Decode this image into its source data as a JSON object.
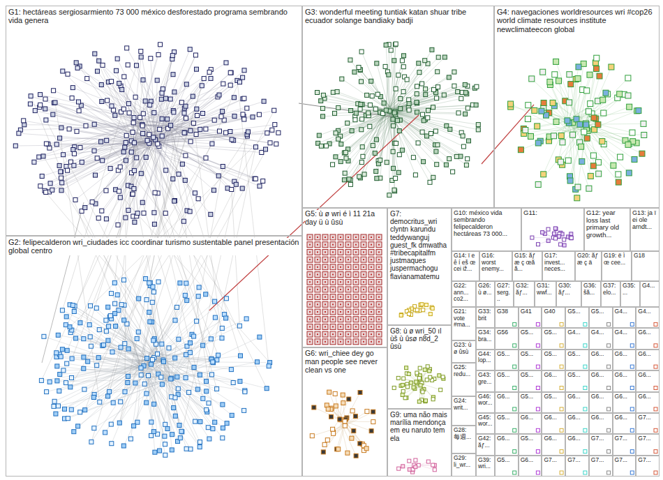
{
  "diagram": {
    "nodes": [
      {
        "text": [
          "G1: hectáreas sergiosarmiento 73 000 méxico desforestado programa sembrando vida genera"
        ]
      },
      {
        "text": [
          "G3: wonderful meeting tuntiak katan shuar tribe ecuador solange bandiaky badji"
        ]
      },
      {
        "text": [
          "G4: navegaciones worldresources wri #cop26 world climate resources institute newclimateecon global"
        ]
      },
      {
        "text": [
          "G2: felipecalderon wri_ciudades icc coordinar turismo sustentable panel presentación global centro"
        ]
      },
      {
        "text": [
          "G5: ù ø wri é ì 11 21a day ü ù ûsù"
        ]
      },
      {
        "text": [
          "G6: wri_chiee dey go man people see never clean vs one"
        ]
      },
      {
        "text": [
          "G7: democritus_wri clyntn karundu teddywanguj guest_fk dmwatha #tribecapitalfm justmaques juspermachogu flavianamatemu"
        ]
      },
      {
        "text": [
          "G8: ù ø wri_50 ıl ùš ù ûsø n8d_2 ûsù"
        ]
      },
      {
        "text": [
          "G9: uma não mais marília mendonça em eu naruto tem ela"
        ]
      },
      {
        "text": [
          "G10: méxico vida sembrando felipecalderon hectáreas 73 000..."
        ]
      },
      {
        "text": [
          "G11:"
        ]
      },
      {
        "text": [
          "G12: year loss last primary old growth..."
        ]
      },
      {
        "text": [
          "G13: ja ï ei ole arndt..."
        ]
      },
      {
        "text": [
          "G14: ï e ê í eš œ cei iž..."
        ]
      },
      {
        "text": [
          "G16: worst enemy..."
        ]
      },
      {
        "text": [
          "G15: ăƒ æ ç œă ă..."
        ]
      },
      {
        "text": [
          "G17: invest... neces..."
        ]
      },
      {
        "text": [
          "G20: ăƒ æ ç ä"
        ]
      },
      {
        "text": [
          "G19: ë ì œ cee..."
        ]
      },
      {
        "text": [
          "G18"
        ]
      },
      {
        "text": [
          "G22: ann... co2..."
        ]
      },
      {
        "text": [
          "G26: ù ø..."
        ]
      },
      {
        "text": [
          "G27: serg..."
        ]
      },
      {
        "text": [
          "G32: ăƒ..."
        ]
      },
      {
        "text": [
          "G31: wwf..."
        ]
      },
      {
        "text": [
          "G30: ăƒ..."
        ]
      },
      {
        "text": [
          "G36: šă..."
        ]
      },
      {
        "text": [
          "G37: elo..."
        ]
      },
      {
        "text": [
          "G35: ..."
        ]
      },
      {
        "text": [
          "G4..."
        ]
      },
      {
        "text": [
          "G21: vote #ma..."
        ]
      },
      {
        "text": [
          "G23: ù ø ûsù"
        ]
      },
      {
        "text": [
          "G25: redu..."
        ]
      },
      {
        "text": [
          "G24: writ..."
        ]
      },
      {
        "text": [
          "G28: 每週..."
        ]
      },
      {
        "text": [
          "G29: li_wr..."
        ]
      },
      {
        "text": [
          "G33: brit"
        ]
      },
      {
        "text": [
          "G34: bra..."
        ]
      },
      {
        "text": [
          "G44: lop..."
        ]
      },
      {
        "text": [
          "G43: gre..."
        ]
      },
      {
        "text": [
          "G46: wor..."
        ]
      },
      {
        "text": [
          "G45: wor..."
        ]
      },
      {
        "text": [
          "G42: ăƒ..."
        ]
      },
      {
        "text": [
          "G39: wri..."
        ]
      },
      {
        "text": [
          "G38"
        ]
      },
      {
        "text": [
          "G41"
        ]
      },
      {
        "text": [
          "G40"
        ]
      },
      {
        "text": [
          "G5..."
        ]
      },
      {
        "text": [
          "G5..."
        ]
      },
      {
        "text": [
          "G4..."
        ]
      },
      {
        "text": [
          "G4..."
        ]
      },
      {
        "text": [
          "G56"
        ]
      },
      {
        "text": [
          "G5..."
        ]
      },
      {
        "text": [
          "G5..."
        ]
      },
      {
        "text": [
          "G4..."
        ]
      },
      {
        "text": [
          "G4..."
        ]
      },
      {
        "text": [
          "G4..."
        ]
      },
      {
        "text": [
          "G6..."
        ]
      },
      {
        "text": [
          "G5..."
        ]
      },
      {
        "text": [
          "G5..."
        ]
      },
      {
        "text": [
          "G5..."
        ]
      },
      {
        "text": [
          "G5..."
        ]
      },
      {
        "text": [
          "G6..."
        ]
      },
      {
        "text": [
          "G6..."
        ]
      },
      {
        "text": [
          "G6..."
        ]
      },
      {
        "text": [
          "G5..."
        ]
      },
      {
        "text": [
          "G5..."
        ]
      },
      {
        "text": [
          "G6..."
        ]
      },
      {
        "text": [
          "G5..."
        ]
      },
      {
        "text": [
          "G6..."
        ]
      },
      {
        "text": [
          "G6..."
        ]
      },
      {
        "text": [
          "G6..."
        ]
      },
      {
        "text": [
          "G6..."
        ]
      },
      {
        "text": [
          "G5..."
        ]
      },
      {
        "text": [
          "G5..."
        ]
      },
      {
        "text": [
          "G6..."
        ]
      },
      {
        "text": [
          "G6..."
        ]
      },
      {
        "text": [
          "G6..."
        ]
      },
      {
        "text": [
          "G6..."
        ]
      },
      {
        "text": [
          "G5..."
        ]
      },
      {
        "text": [
          "G6..."
        ]
      },
      {
        "text": [
          "G6..."
        ]
      },
      {
        "text": [
          "G6..."
        ]
      },
      {
        "text": [
          "G6..."
        ]
      },
      {
        "text": [
          "G6..."
        ]
      },
      {
        "text": [
          "G7..."
        ]
      },
      {
        "text": [
          "G6..."
        ]
      },
      {
        "text": [
          "G5..."
        ]
      },
      {
        "text": [
          "G6..."
        ]
      },
      {
        "text": [
          "G6..."
        ]
      },
      {
        "text": [
          "G7..."
        ]
      },
      {
        "text": [
          "G7..."
        ]
      },
      {
        "text": [
          "G7..."
        ]
      },
      {
        "text": [
          "G5..."
        ]
      },
      {
        "text": [
          "G6..."
        ]
      },
      {
        "text": [
          "G7..."
        ]
      },
      {
        "text": [
          "G7..."
        ]
      },
      {
        "text": [
          "G7..."
        ]
      },
      {
        "text": [
          "G7..."
        ]
      },
      {
        "text": [
          "G7..."
        ]
      }
    ]
  }
}
